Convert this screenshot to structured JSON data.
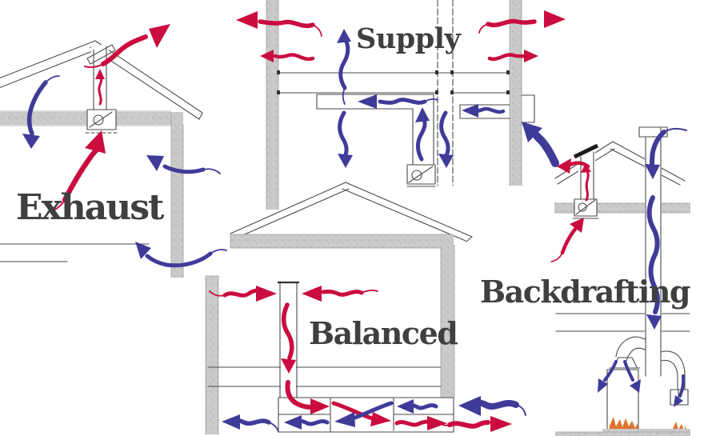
{
  "diagram": {
    "labels": {
      "exhaust": "Exhaust",
      "supply": "Supply",
      "balanced": "Balanced",
      "backdrafting": "Backdrafting"
    },
    "colors": {
      "red_arrow": "#ca0c3e",
      "blue_arrow": "#3f3b99",
      "wall_fill": "#cbcbcb",
      "sketch_line": "#4a4a4a",
      "flame": "#e2712e",
      "label_text": "#3f3f3f",
      "background": "#ffffff"
    },
    "icons": [
      {
        "name": "fan-icon",
        "meaning": "ventilation fan symbol: box with blade circle and diagonal"
      },
      {
        "name": "flame-icon",
        "meaning": "combustion appliance burner flame"
      }
    ]
  }
}
